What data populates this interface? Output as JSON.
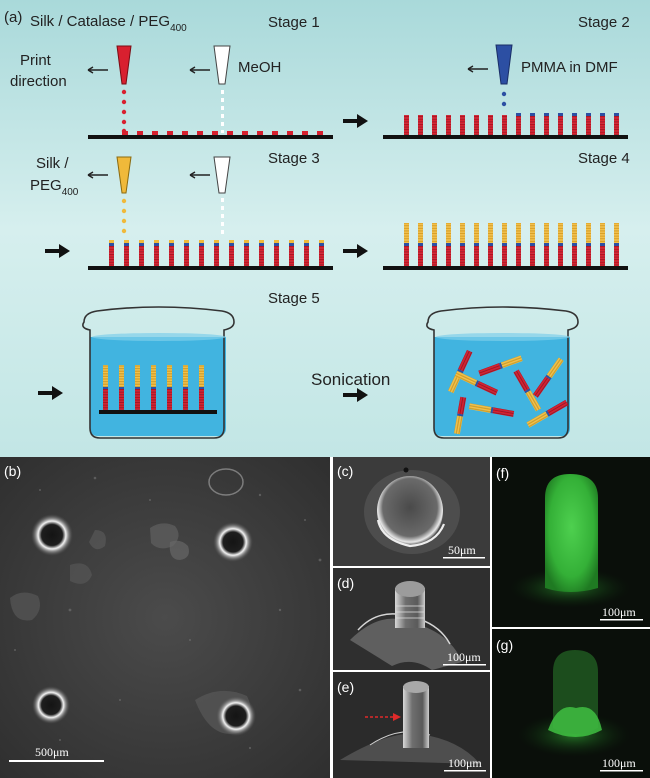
{
  "panel_a": {
    "label": "(a)",
    "stage1": "Stage 1",
    "stage2": "Stage 2",
    "stage3": "Stage 3",
    "stage4": "Stage 4",
    "stage5": "Stage 5",
    "ink1_base": "Silk / Catalase / PEG",
    "ink1_sub": "400",
    "print_direction_1": "Print",
    "print_direction_2": "direction",
    "meoh": "MeOH",
    "pmma": "PMMA in DMF",
    "silk_1": "Silk /",
    "silk_2": "PEG",
    "silk_sub": "400",
    "sonication": "Sonication"
  },
  "panel_b": {
    "label": "(b)",
    "scale": "500μm"
  },
  "panel_c": {
    "label": "(c)",
    "scale": "50μm"
  },
  "panel_d": {
    "label": "(d)",
    "scale": "100μm"
  },
  "panel_e": {
    "label": "(e)",
    "scale": "100μm"
  },
  "panel_f": {
    "label": "(f)",
    "scale": "100μm"
  },
  "panel_g": {
    "label": "(g)",
    "scale": "100μm"
  },
  "colors": {
    "schematic_bg": "#bfe3e2",
    "red": "#d8202f",
    "blue_layer": "#2c4fa3",
    "yellow": "#f0b93a",
    "water": "#41b4e0",
    "fluorescence": "#39c23d"
  }
}
